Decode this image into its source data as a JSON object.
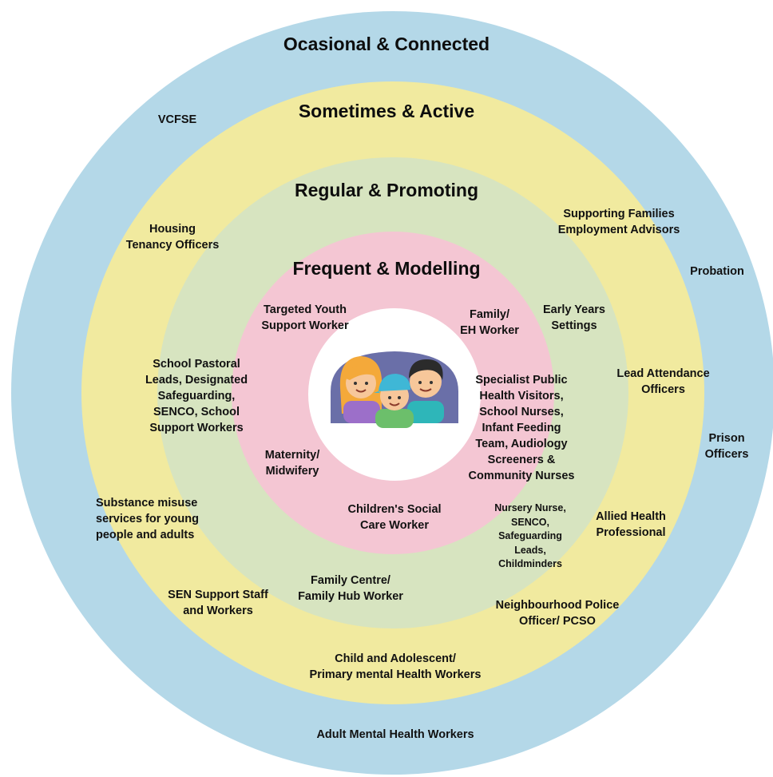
{
  "rings": [
    {
      "id": "outer",
      "title": "Ocasional & Connected",
      "color": "#b4d8e8"
    },
    {
      "id": "third",
      "title": "Sometimes & Active",
      "color": "#f1ea9f"
    },
    {
      "id": "second",
      "title": "Regular & Promoting",
      "color": "#d7e4c0"
    },
    {
      "id": "inner",
      "title": "Frequent & Modelling",
      "color": "#f4c6d3"
    }
  ],
  "center": {
    "background": "#ffffff",
    "icon": "family-icon"
  },
  "labels": {
    "vcfse": "VCFSE",
    "housing": "Housing\nTenancy Officers",
    "supporting_families": "Supporting Families\nEmployment Advisors",
    "probation": "Probation",
    "lead_attendance": "Lead Attendance\nOfficers",
    "prison": "Prison\nOfficers",
    "allied_health": "Allied Health\nProfessional",
    "substance": "Substance misuse\nservices for young\npeople and adults",
    "sen_support": "SEN Support Staff\nand Workers",
    "neighbourhood_police": "Neighbourhood  Police\nOfficer/ PCSO",
    "camhs": "Child and Adolescent/\nPrimary mental Health Workers",
    "adult_mh": "Adult Mental Health Workers",
    "early_years": "Early Years\nSettings",
    "school_pastoral": "School Pastoral\nLeads, Designated\nSafeguarding,\nSENCO, School\nSupport Workers",
    "family_centre": "Family Centre/\nFamily Hub Worker",
    "nursery": "Nursery Nurse,\nSENCO,\nSafeguarding\nLeads,\nChildminders",
    "targeted_youth": "Targeted Youth\nSupport Worker",
    "family_eh": "Family/\nEH Worker",
    "specialist_health": "Specialist Public\nHealth Visitors,\nSchool Nurses,\nInfant Feeding\nTeam, Audiology\nScreeners &\nCommunity Nurses",
    "maternity": "Maternity/\nMidwifery",
    "childrens_social": "Children's Social\nCare Worker"
  }
}
